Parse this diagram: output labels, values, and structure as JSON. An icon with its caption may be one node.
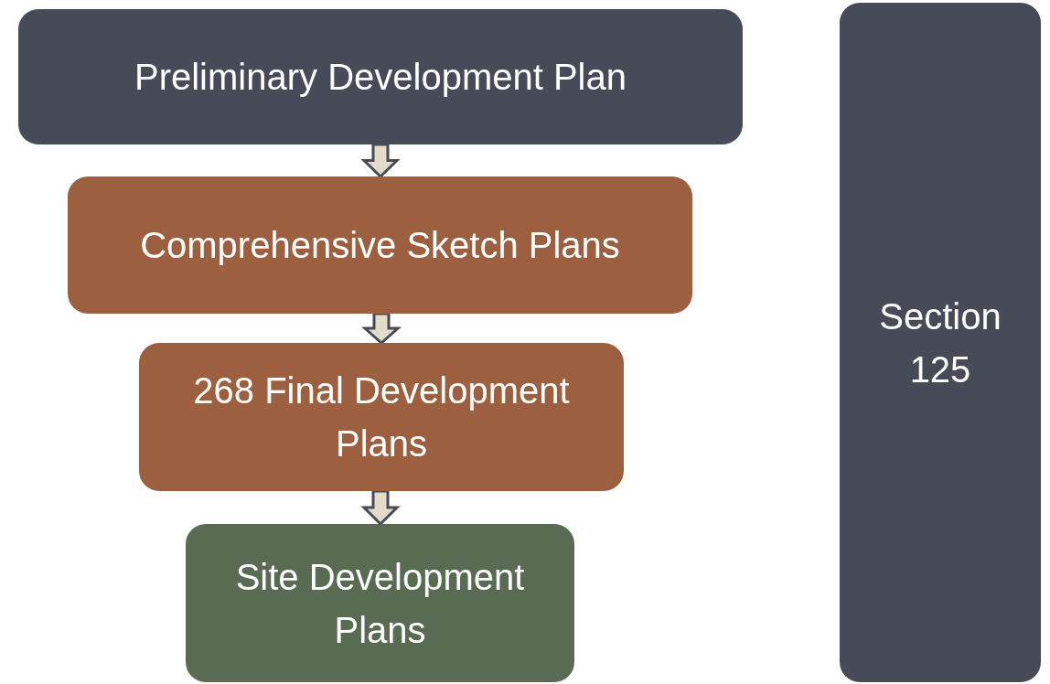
{
  "diagram": {
    "nodes": [
      {
        "text": [
          "Preliminary Development Plan"
        ]
      },
      {
        "text": [
          "Comprehensive Sketch Plans"
        ]
      },
      {
        "text": [
          "268 Final Development Plans"
        ]
      },
      {
        "text": [
          "Site Development Plans"
        ]
      },
      {
        "text": [
          "Section 125"
        ]
      }
    ],
    "edges": [
      {
        "from": 0,
        "to": 1,
        "arrow": "to"
      },
      {
        "from": 1,
        "to": 2,
        "arrow": "to"
      },
      {
        "from": 2,
        "to": 3,
        "arrow": "to"
      }
    ]
  }
}
